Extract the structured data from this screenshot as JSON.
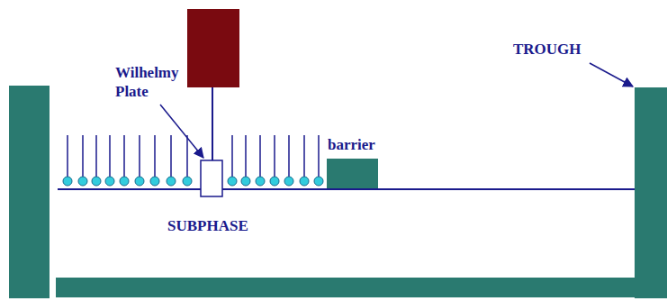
{
  "diagram": {
    "labels": [
      "Wilhelmy Plate",
      "barrier",
      "TROUGH",
      "SUBPHASE"
    ]
  }
}
